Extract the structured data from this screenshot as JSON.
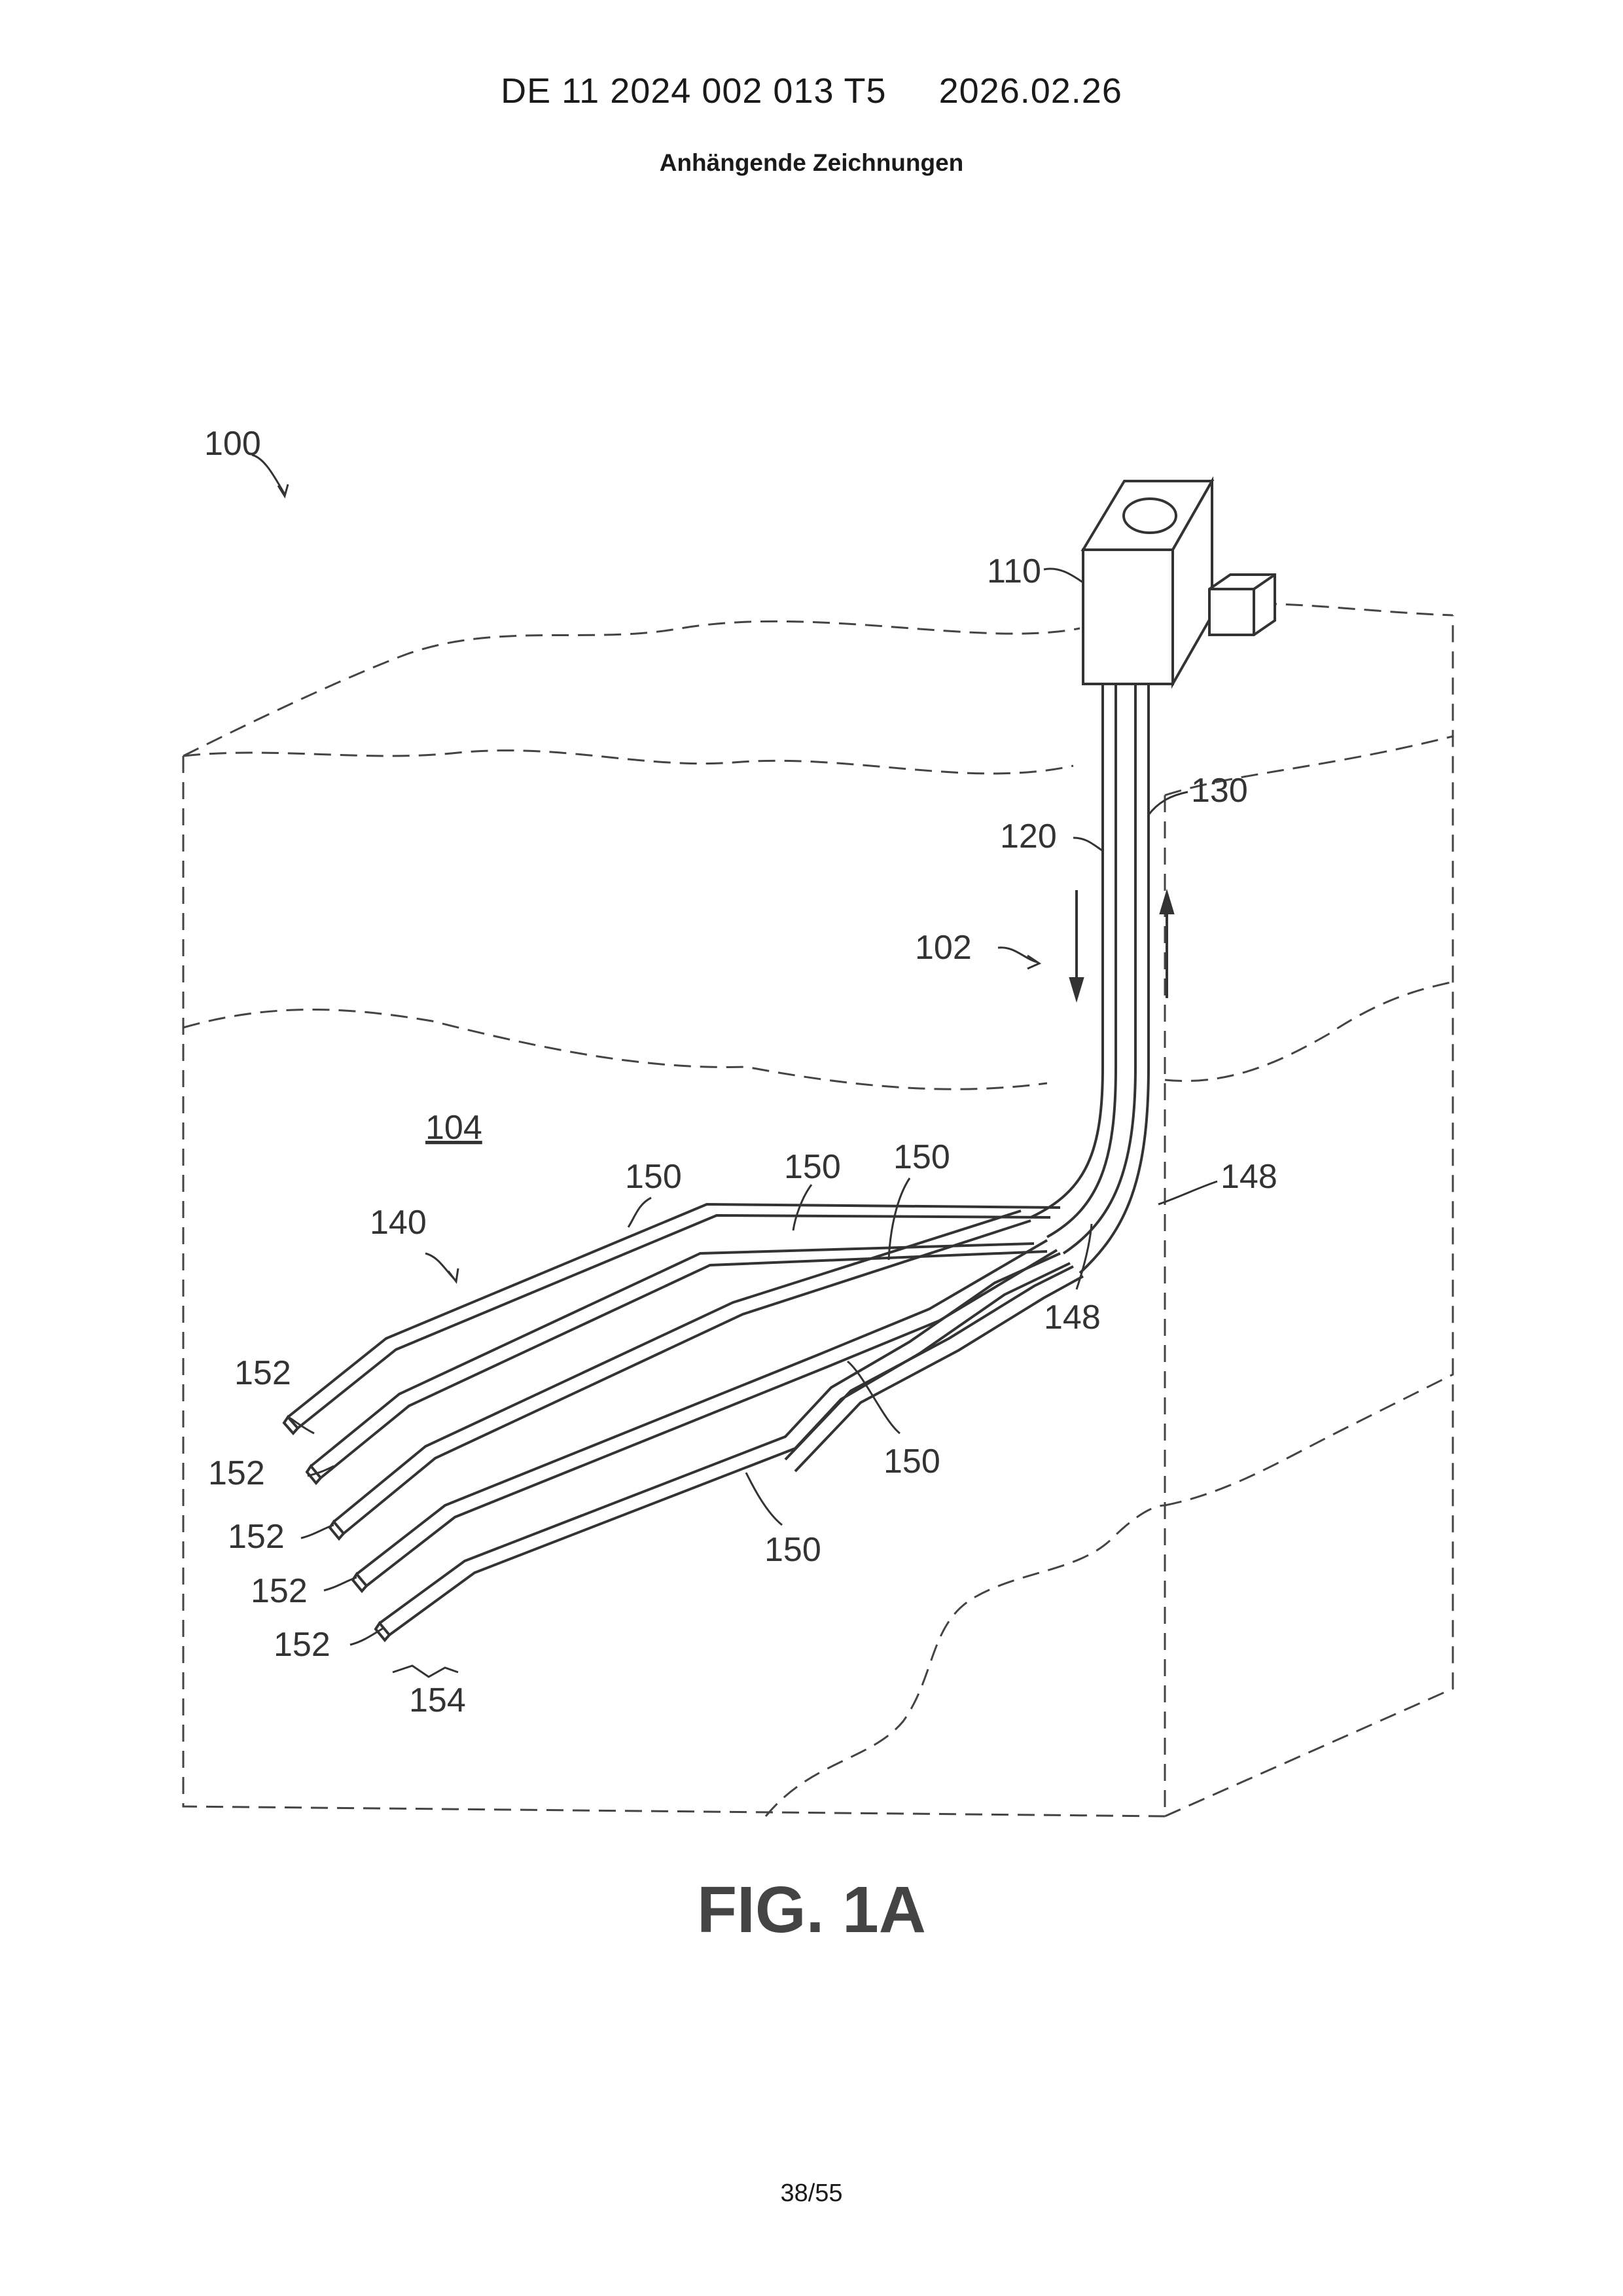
{
  "header": {
    "doc_number": "DE 11 2024 002 013 T5",
    "date": "2026.02.26",
    "section_title": "Anhängende Zeichnungen"
  },
  "figure": {
    "caption": "FIG. 1A",
    "labels": {
      "system": "100",
      "rig": "110",
      "injection_well": "120",
      "production_well": "130",
      "well_loop": "102",
      "formation": "104",
      "lateral_array": "140",
      "junction_a": "148",
      "junction_b": "148",
      "lateral_1": "150",
      "lateral_2": "150",
      "lateral_3": "150",
      "lateral_4": "150",
      "lateral_5": "150",
      "end_1": "152",
      "end_2": "152",
      "end_3": "152",
      "end_4": "152",
      "end_5": "152",
      "spacing": "154"
    }
  },
  "footer": {
    "page_number": "38/55"
  }
}
